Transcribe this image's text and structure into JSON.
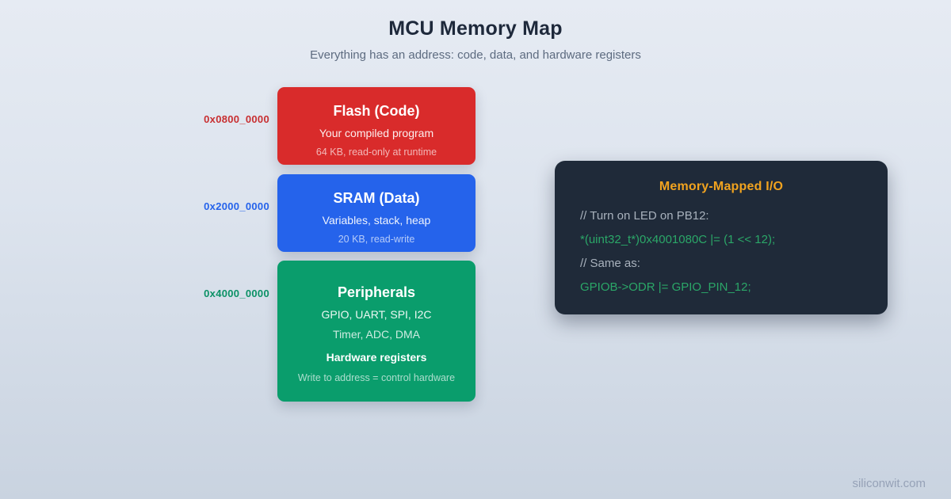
{
  "header": {
    "title": "MCU Memory Map",
    "subtitle": "Everything has an address: code, data, and hardware registers"
  },
  "memory_map": {
    "blocks": [
      {
        "name": "flash",
        "address": "0x0800_0000",
        "title": "Flash (Code)",
        "line1": "Your compiled program",
        "line2": "64 KB, read-only at runtime",
        "color": "#d92b2b"
      },
      {
        "name": "sram",
        "address": "0x2000_0000",
        "title": "SRAM (Data)",
        "line1": "Variables, stack, heap",
        "line2": "20 KB, read-write",
        "color": "#2563eb"
      },
      {
        "name": "peripherals",
        "address": "0x4000_0000",
        "title": "Peripherals",
        "line1": "GPIO, UART, SPI, I2C",
        "line2": "Timer, ADC, DMA",
        "line3": "Hardware registers",
        "line4": "Write to address = control hardware",
        "color": "#0a9d6c"
      }
    ]
  },
  "code_panel": {
    "title": "Memory-Mapped I/O",
    "title_color": "#f1a31f",
    "background": "#1f2a39",
    "comment_color": "#a9b2bd",
    "code_color": "#2ba768",
    "lines": [
      {
        "type": "comment",
        "text": "// Turn on LED on PB12:"
      },
      {
        "type": "code",
        "text": "*(uint32_t*)0x4001080C |= (1 << 12);"
      },
      {
        "type": "comment",
        "text": "// Same as:"
      },
      {
        "type": "code",
        "text": "GPIOB->ODR |= GPIO_PIN_12;"
      }
    ]
  },
  "footer": {
    "watermark": "siliconwit.com"
  }
}
